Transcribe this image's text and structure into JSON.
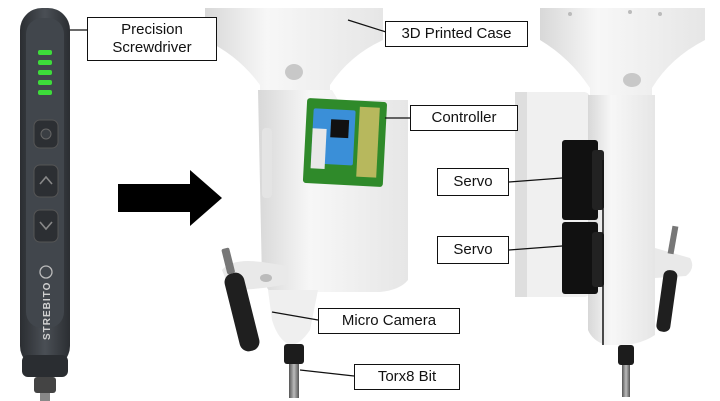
{
  "labels": {
    "precision_screwdriver_line1": "Precision",
    "precision_screwdriver_line2": "Screwdriver",
    "printed_case": "3D Printed Case",
    "controller": "Controller",
    "servo_top": "Servo",
    "servo_bottom": "Servo",
    "micro_camera": "Micro Camera",
    "torx_bit": "Torx8 Bit"
  },
  "screwdriver": {
    "brand": "STREBITO",
    "led_count": 5,
    "led_color": "#3ddc3a"
  },
  "colors": {
    "case_white": "#f2f2f2",
    "case_shadow": "#d9d9d9",
    "screwdriver_body": "#3b3f44",
    "pcb_green": "#2f8a2a",
    "arrow": "#000000"
  }
}
